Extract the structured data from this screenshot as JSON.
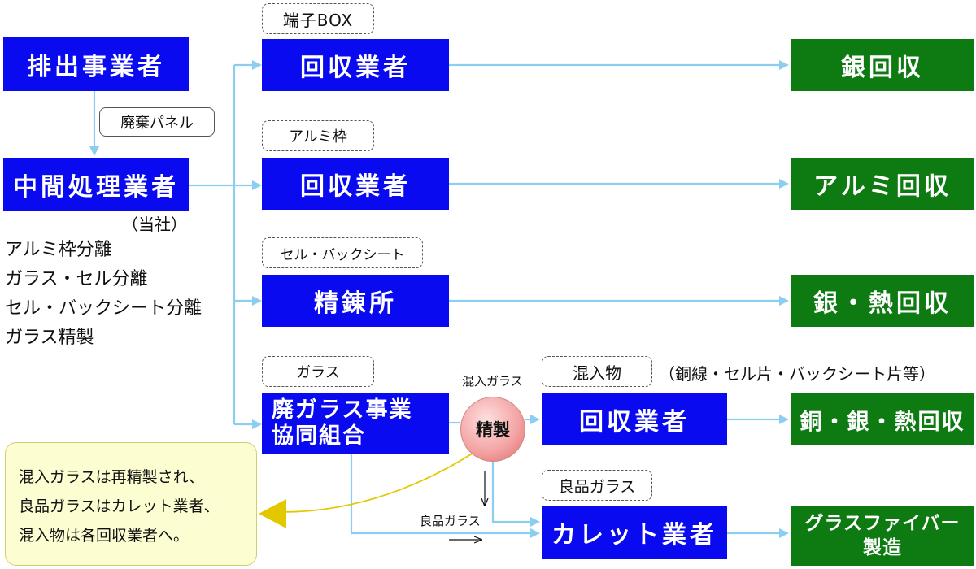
{
  "colors": {
    "box_blue": "#0a0af0",
    "box_green": "#0e7a12",
    "arrow": "#8ccdf2",
    "callout_bg": "#fdfdd2",
    "callout_arrow": "#e3c800"
  },
  "left": {
    "emitter": "排出事業者",
    "waste_panel_tag": "廃棄パネル",
    "processor": "中間処理業者",
    "own_company": "（当社）",
    "processes": [
      "アルミ枠分離",
      "ガラス・セル分離",
      "セル・バックシート分離",
      "ガラス精製"
    ]
  },
  "rows": [
    {
      "tag": "端子BOX",
      "collector": "回収業者",
      "result": "銀回収"
    },
    {
      "tag": "アルミ枠",
      "collector": "回収業者",
      "result": "アルミ回収"
    },
    {
      "tag": "セル・バックシート",
      "collector": "精錬所",
      "result": "銀・熱回収"
    },
    {
      "tag": "ガラス",
      "collector_line1": "廃ガラス事業",
      "collector_line2": "協同組合"
    }
  ],
  "refine": {
    "mixed_glass_label": "混入ガラス",
    "circle_label": "精製",
    "mixed_tag": "混入物",
    "mixed_note": "（銅線・セル片・バックシート片等）",
    "mixed_collector": "回収業者",
    "mixed_result": "銅・銀・熱回収",
    "good_glass_tag": "良品ガラス",
    "good_glass_label": "良品ガラス",
    "cullet": "カレット業者",
    "fiber_line1": "グラスファイバー",
    "fiber_line2": "製造"
  },
  "callout": [
    "混入ガラスは再精製され、",
    "良品ガラスはカレット業者、",
    "混入物は各回収業者へ。"
  ]
}
